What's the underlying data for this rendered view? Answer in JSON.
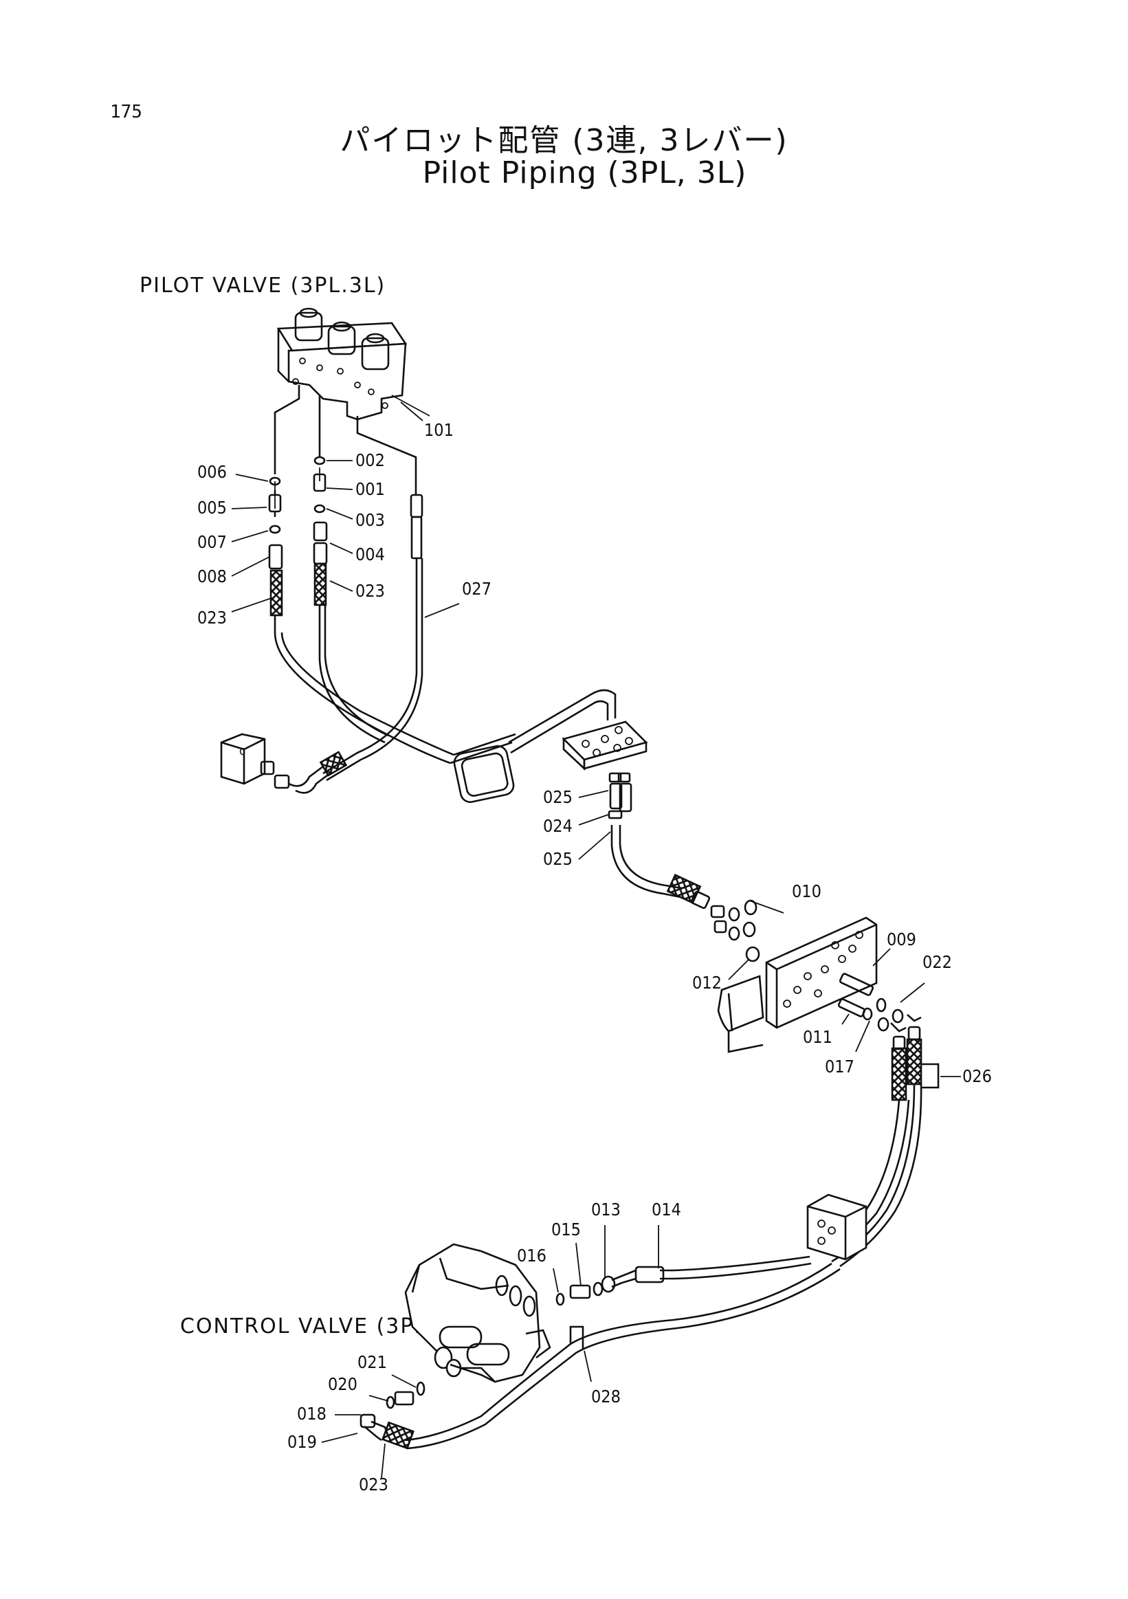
{
  "page_number": "175",
  "title_ja": "パイロット配管 (3連, 3レバー)",
  "title_en": "Pilot Piping (3PL, 3L)",
  "labels": {
    "pilot_valve": "PILOT VALVE (3PL.3L)",
    "control_valve": "CONTROL VALVE (3PL)"
  },
  "callouts": [
    "101",
    "006",
    "002",
    "005",
    "001",
    "007",
    "003",
    "008",
    "004",
    "023",
    "023",
    "027",
    "025",
    "024",
    "025",
    "010",
    "012",
    "009",
    "022",
    "011",
    "017",
    "026",
    "013",
    "014",
    "015",
    "016",
    "021",
    "020",
    "018",
    "019",
    "023",
    "028"
  ]
}
